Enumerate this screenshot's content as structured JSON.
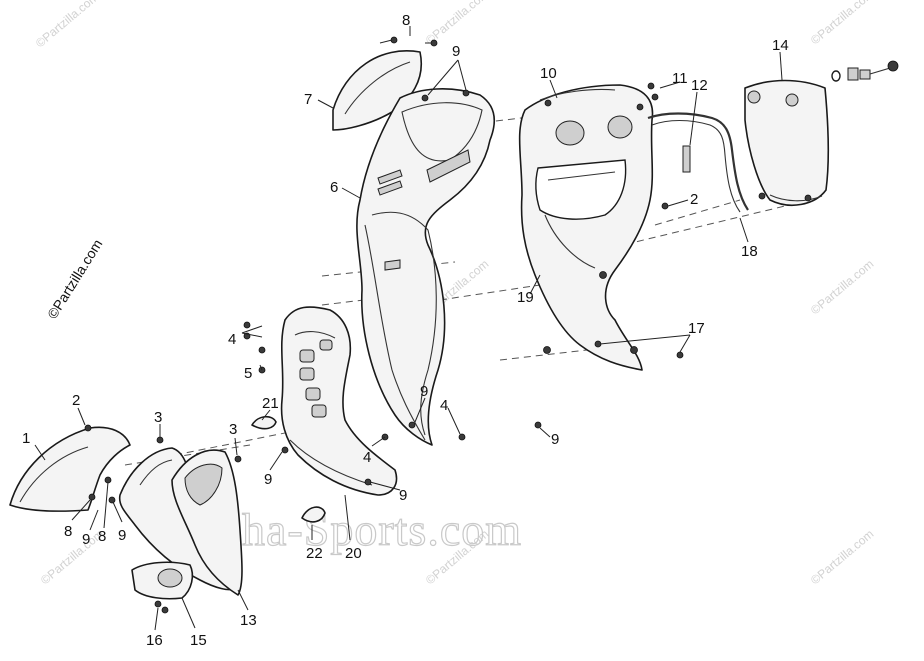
{
  "copyright": "©Partzilla.com",
  "watermark_small": "©Partzilla.com",
  "watermark_large": "Alpha-Sports.com",
  "labels": [
    "1",
    "2",
    "3",
    "4",
    "5",
    "6",
    "7",
    "8",
    "9",
    "10",
    "11",
    "12",
    "13",
    "14",
    "15",
    "16",
    "17",
    "18",
    "19",
    "20",
    "21",
    "22"
  ],
  "colors": {
    "line": "#1a1a1a",
    "fill": "#f4f4f4",
    "watermark": "#d2d2d2"
  }
}
